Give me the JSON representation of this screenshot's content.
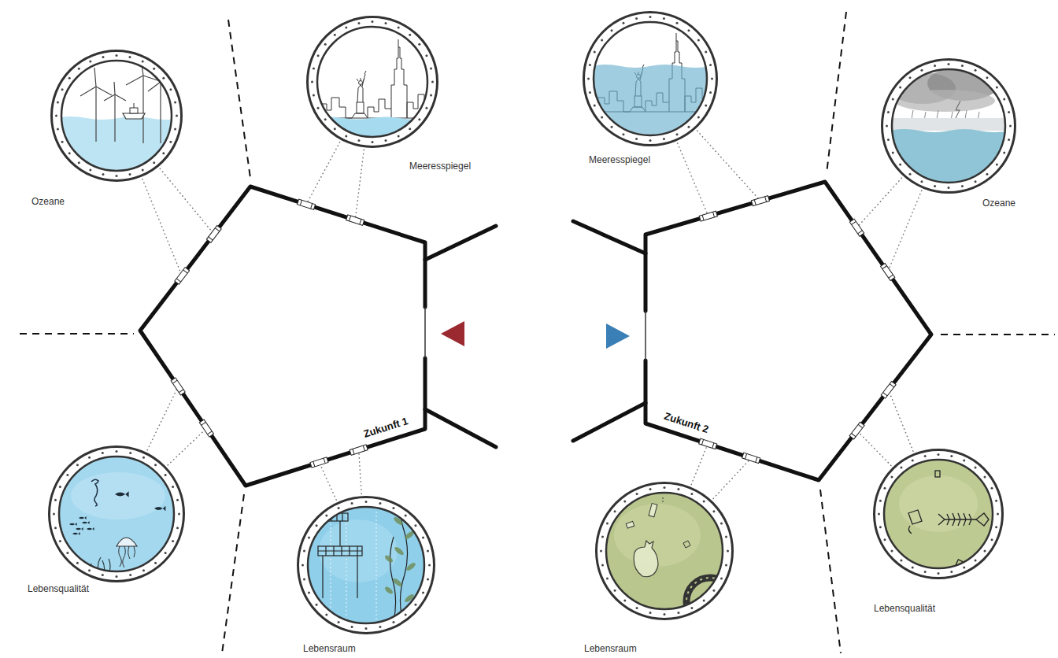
{
  "diagram": {
    "nodes": [
      {
        "text": [
          "Zukunft 1"
        ]
      },
      {
        "text": [
          "Ozeane"
        ]
      },
      {
        "text": [
          "Meeresspiegel"
        ]
      },
      {
        "text": [
          "Lebensqualität"
        ]
      },
      {
        "text": [
          "Lebensraum"
        ]
      },
      {
        "text": [
          "Zukunft 2"
        ]
      },
      {
        "text": [
          "Meeresspiegel"
        ]
      },
      {
        "text": [
          "Ozeane"
        ]
      },
      {
        "text": [
          "Lebensraum"
        ]
      },
      {
        "text": [
          "Lebensqualität"
        ]
      }
    ],
    "edges": [
      {
        "from": 1,
        "to": 0,
        "arrow": "none"
      },
      {
        "from": 1,
        "to": 0,
        "arrow": "none"
      },
      {
        "from": 2,
        "to": 0,
        "arrow": "none"
      },
      {
        "from": 2,
        "to": 0,
        "arrow": "none"
      },
      {
        "from": 3,
        "to": 0,
        "arrow": "none"
      },
      {
        "from": 3,
        "to": 0,
        "arrow": "none"
      },
      {
        "from": 4,
        "to": 0,
        "arrow": "none"
      },
      {
        "from": 4,
        "to": 0,
        "arrow": "none"
      },
      {
        "from": 6,
        "to": 5,
        "arrow": "none"
      },
      {
        "from": 6,
        "to": 5,
        "arrow": "none"
      },
      {
        "from": 7,
        "to": 5,
        "arrow": "none"
      },
      {
        "from": 7,
        "to": 5,
        "arrow": "none"
      },
      {
        "from": 8,
        "to": 5,
        "arrow": "none"
      },
      {
        "from": 8,
        "to": 5,
        "arrow": "none"
      },
      {
        "from": 9,
        "to": 5,
        "arrow": "none"
      },
      {
        "from": 9,
        "to": 5,
        "arrow": "none"
      }
    ]
  }
}
